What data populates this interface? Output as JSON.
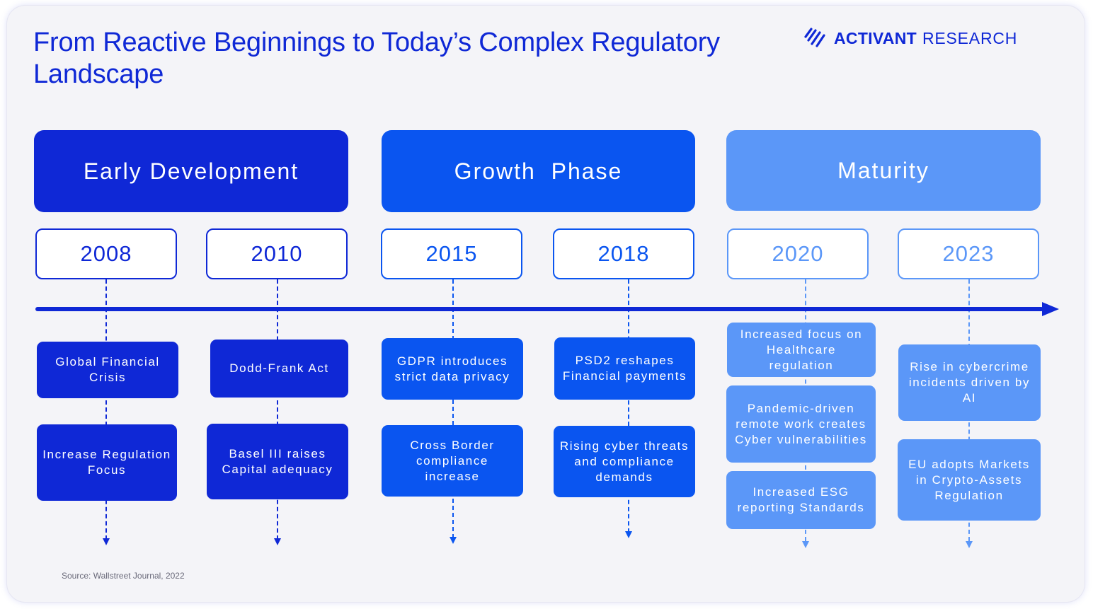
{
  "title": "From Reactive Beginnings to Today’s Complex Regulatory Landscape",
  "brand": {
    "name_bold": "ACTIVANT",
    "name_light": "RESEARCH",
    "icon": "activant-chevrons-logo-icon"
  },
  "colors": {
    "dark": "#0f28d6",
    "medium": "#0a55f0",
    "light": "#5b97f8",
    "axis": "#0f28d6"
  },
  "phases": [
    {
      "label": "Early Development"
    },
    {
      "label": "Growth  Phase"
    },
    {
      "label": "Maturity"
    }
  ],
  "years": [
    "2008",
    "2010",
    "2015",
    "2018",
    "2020",
    "2023"
  ],
  "events": {
    "2008": [
      "Global Financial Crisis",
      "Increase Regulation Focus"
    ],
    "2010": [
      "Dodd-Frank Act",
      "Basel III raises Capital adequacy"
    ],
    "2015": [
      "GDPR introduces strict data privacy",
      "Cross Border compliance increase"
    ],
    "2018": [
      "PSD2 reshapes Financial payments",
      "Rising cyber threats and compliance demands"
    ],
    "2020": [
      "Increased focus on Healthcare regulation",
      "Pandemic-driven remote work creates Cyber vulnerabilities",
      "Increased  ESG reporting Standards"
    ],
    "2023": [
      "Rise in cybercrime incidents driven by AI",
      "EU adopts Markets in Crypto-Assets Regulation"
    ]
  },
  "source": "Source: Wallstreet Journal, 2022"
}
